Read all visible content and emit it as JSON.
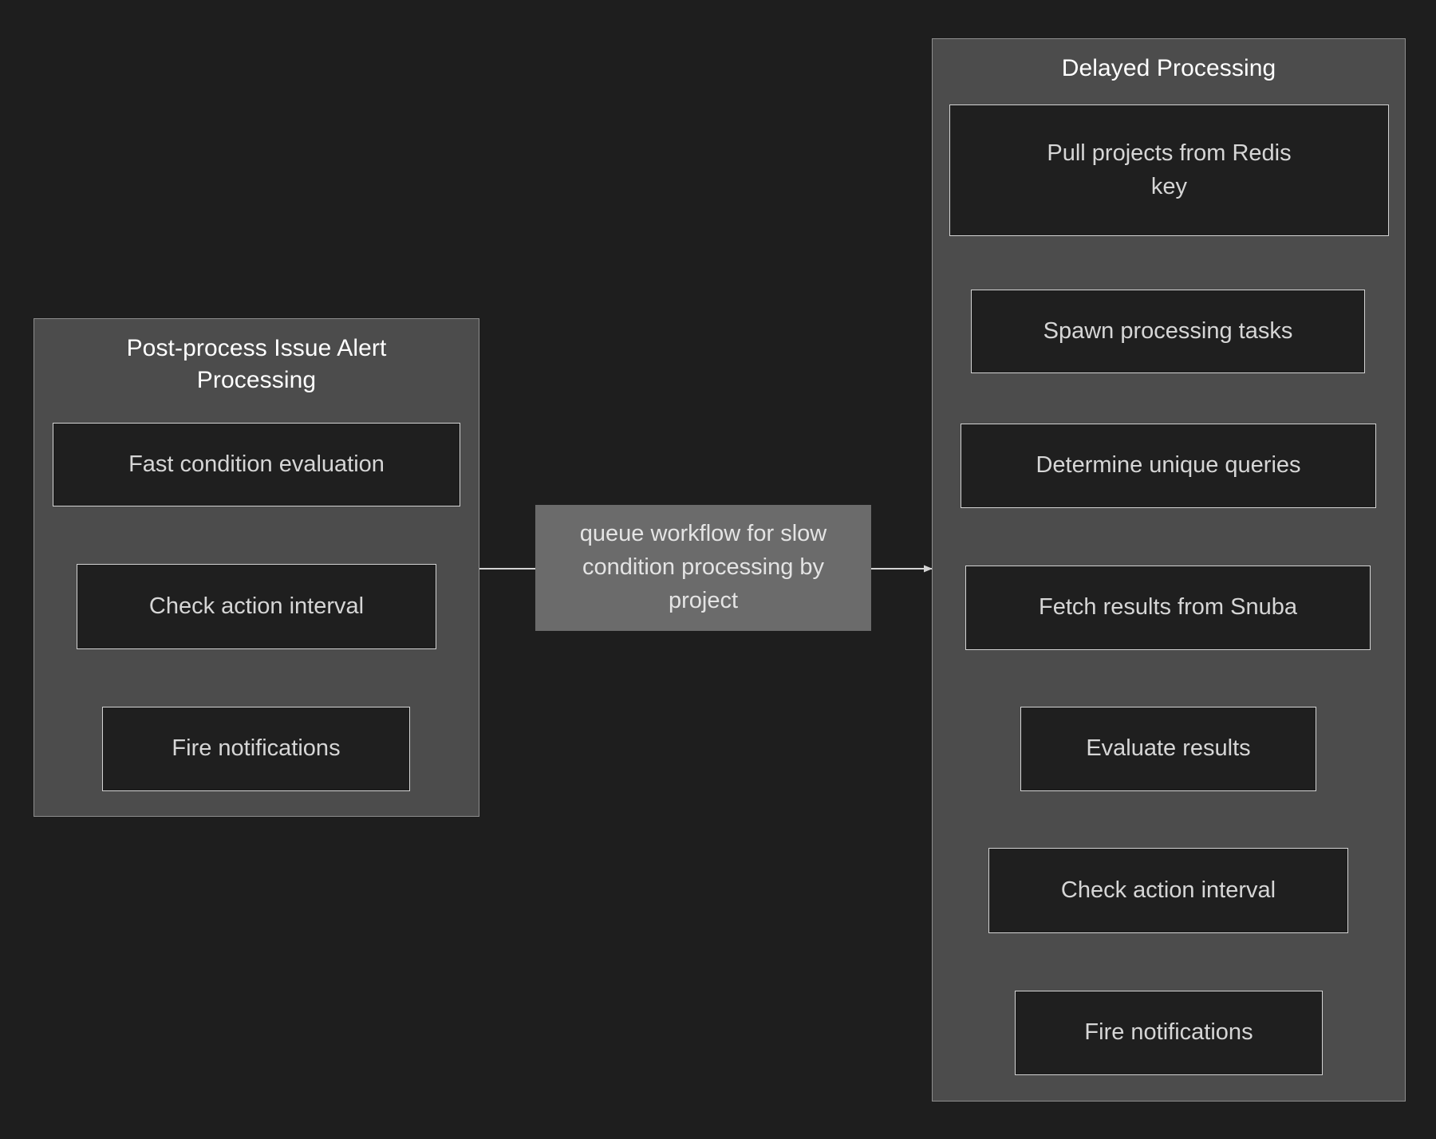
{
  "diagram": {
    "type": "flowchart",
    "direction": "left-to-right",
    "background_color": "#1e1e1e",
    "cluster_fill": "#4c4c4c",
    "cluster_stroke": "#8d8d8d",
    "node_fill": "#1f1f1f",
    "node_stroke": "#d3d3d3",
    "node_text_color": "#d6d6d6",
    "edge_color": "#d3d3d3",
    "edge_label_fill": "#6b6b6b"
  },
  "clusters": [
    {
      "id": "postprocess",
      "title": "Post-process Issue Alert\nProcessing",
      "nodes": [
        {
          "id": "fast-condition",
          "label": "Fast condition evaluation"
        },
        {
          "id": "check-interval-l",
          "label": "Check action interval"
        },
        {
          "id": "fire-notif-l",
          "label": "Fire notifications"
        }
      ]
    },
    {
      "id": "delayed",
      "title": "Delayed Processing",
      "nodes": [
        {
          "id": "pull-projects",
          "label": "Pull projects from Redis\nkey"
        },
        {
          "id": "spawn-tasks",
          "label": "Spawn processing tasks"
        },
        {
          "id": "determine-q",
          "label": "Determine unique queries"
        },
        {
          "id": "fetch-snuba",
          "label": "Fetch results from Snuba"
        },
        {
          "id": "evaluate-results",
          "label": "Evaluate results"
        },
        {
          "id": "check-interval-r",
          "label": "Check action interval"
        },
        {
          "id": "fire-notif-r",
          "label": "Fire notifications"
        }
      ]
    }
  ],
  "edges": [
    {
      "from": "fast-condition",
      "to": "check-interval-l",
      "label": ""
    },
    {
      "from": "check-interval-l",
      "to": "fire-notif-l",
      "label": ""
    },
    {
      "from": "fire-notif-l",
      "to": "pull-projects",
      "label": "queue workflow for slow\ncondition processing by\nproject"
    },
    {
      "from": "pull-projects",
      "to": "spawn-tasks",
      "label": ""
    },
    {
      "from": "spawn-tasks",
      "to": "determine-q",
      "label": ""
    },
    {
      "from": "determine-q",
      "to": "fetch-snuba",
      "label": ""
    },
    {
      "from": "fetch-snuba",
      "to": "evaluate-results",
      "label": ""
    },
    {
      "from": "evaluate-results",
      "to": "check-interval-r",
      "label": ""
    },
    {
      "from": "check-interval-r",
      "to": "fire-notif-r",
      "label": ""
    }
  ]
}
